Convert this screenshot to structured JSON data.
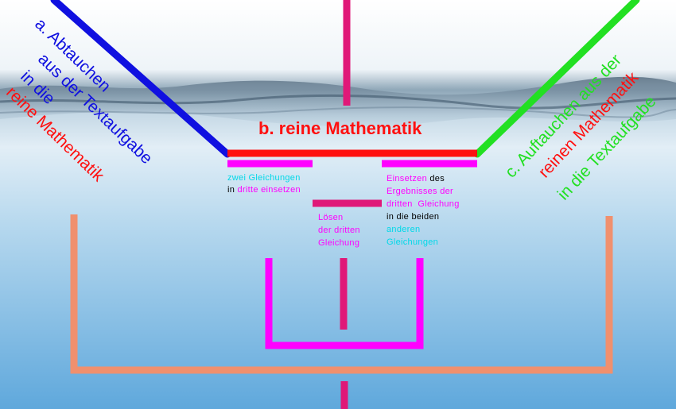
{
  "colors": {
    "blue": "#1010e0",
    "red": "#ff1010",
    "green": "#22e022",
    "pink": "#e01878",
    "magenta": "#ff00ff",
    "cyan": "#00d8e8",
    "salmon": "#f0906e",
    "black": "#000000"
  },
  "step_a": {
    "line1": "a. Abtauchen",
    "line2": "aus der Textaufgabe",
    "line3": "in die",
    "line4": "reine Mathematik"
  },
  "step_b": {
    "title": "b. reine Mathematik",
    "left": {
      "part1": "zwei Gleichungen",
      "part2_in": "in",
      "part2_rest": "dritte einsetzen"
    },
    "middle": {
      "line1": "Lösen",
      "line2": "der dritten",
      "line3": "Gleichung"
    },
    "right": {
      "line1_a": "Einsetzen",
      "line1_b": "des",
      "line2": "Ergebnisses der",
      "line3": "dritten  Gleichung",
      "line4": "in die beiden",
      "line5": "anderen",
      "line6": "Gleichungen"
    }
  },
  "step_c": {
    "line1": "c. Auftauchen aus der",
    "line2": "reinen Mathematik",
    "line3": "in die Textaufgabe"
  }
}
